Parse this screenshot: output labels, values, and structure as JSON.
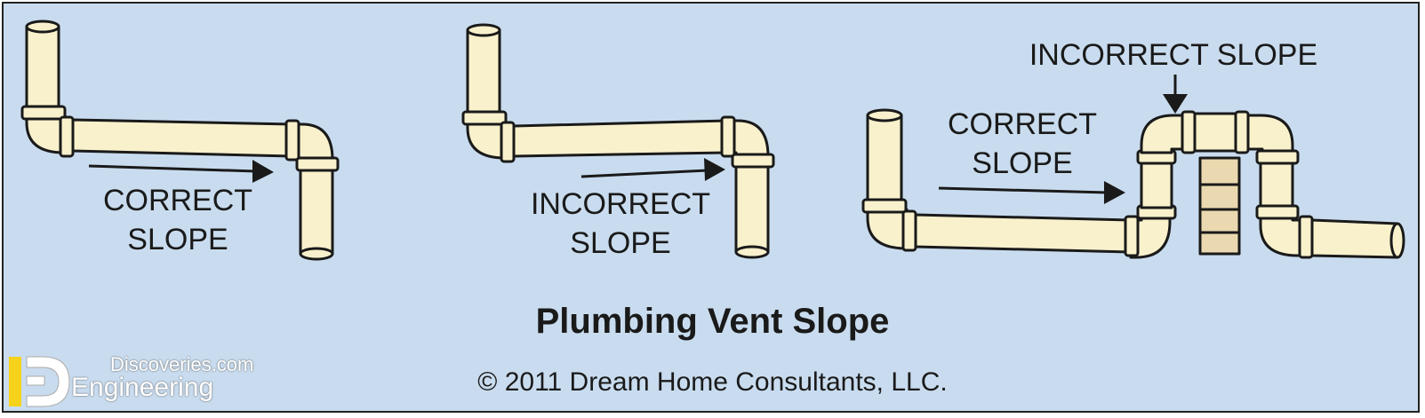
{
  "diagram": {
    "panels": [
      {
        "label_lines": [
          "CORRECT",
          "SLOPE"
        ]
      },
      {
        "label_lines": [
          "INCORRECT",
          "SLOPE"
        ]
      },
      {
        "label_top": "INCORRECT SLOPE",
        "label_lines": [
          "CORRECT",
          "SLOPE"
        ]
      }
    ],
    "title": "Plumbing Vent Slope",
    "credit": "© 2011 Dream Home Consultants, LLC."
  },
  "watermark": {
    "line1": "Discoveries.com",
    "line2": "Engineering",
    "mark": "ED"
  },
  "colors": {
    "background": "#c9dcef",
    "pipe": "#f8f1cc",
    "outline": "#1a1a1a",
    "block": "#ead9b0",
    "logo_yellow": "#f6d21a"
  }
}
